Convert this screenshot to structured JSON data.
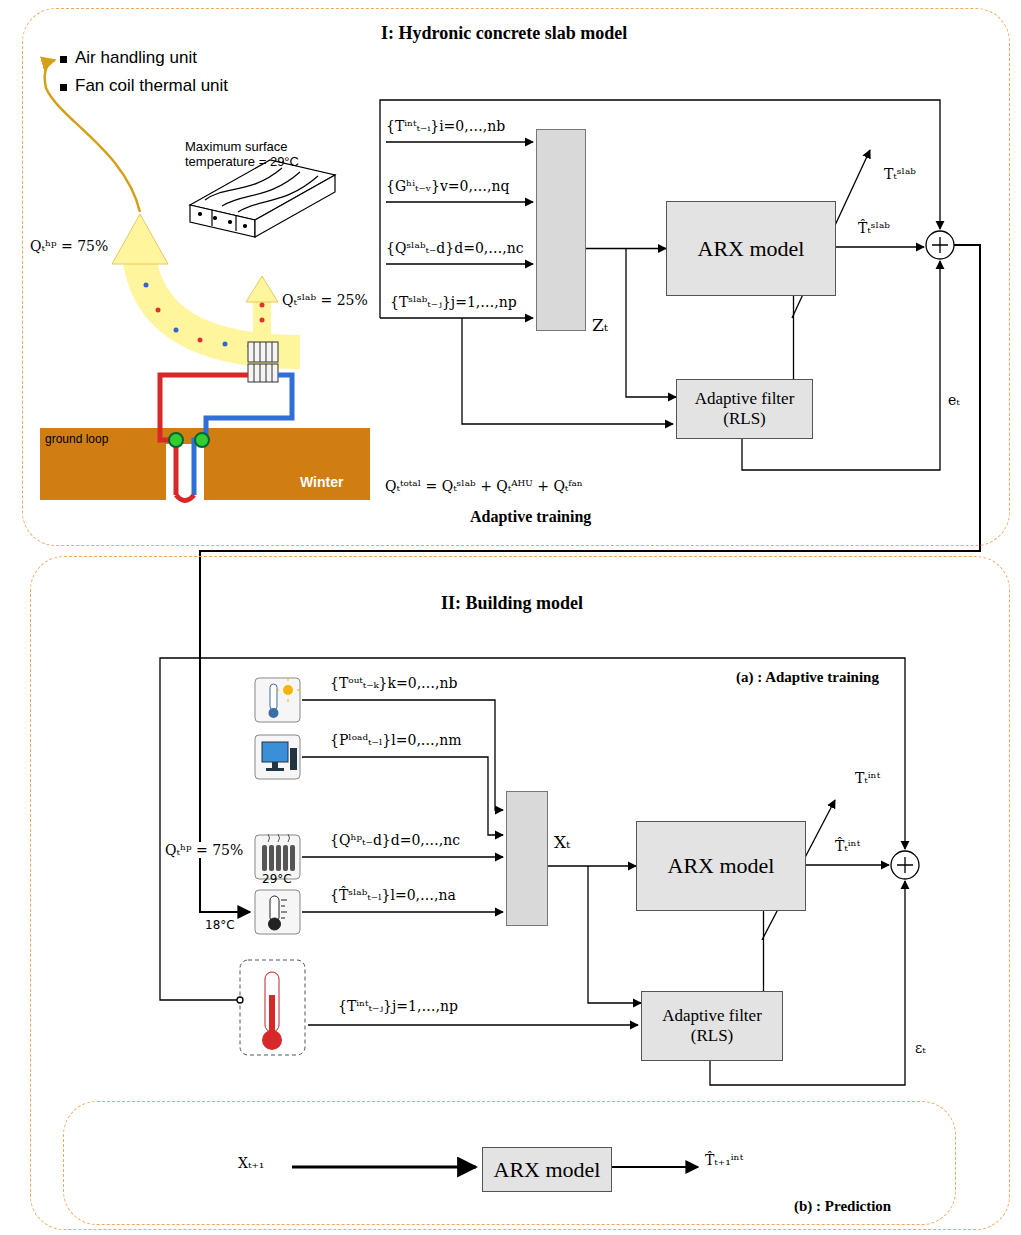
{
  "diagram": {
    "nodes": [
      {
        "text": [
          "I: Hydronic concrete slab model"
        ]
      },
      {
        "text": [
          "Zₜ"
        ],
        "in": 0
      },
      {
        "text": [
          "ARX model"
        ],
        "in": 0
      },
      {
        "text": [
          "Adaptive filter (RLS)"
        ],
        "in": 0
      },
      {
        "text": [
          "II: Building model"
        ]
      },
      {
        "text": [
          "(a) : Adaptive training"
        ],
        "in": 4
      },
      {
        "text": [
          "Xₜ"
        ],
        "in": 5
      },
      {
        "text": [
          "ARX model"
        ],
        "in": 5
      },
      {
        "text": [
          "Adaptive filter (RLS)"
        ],
        "in": 5
      },
      {
        "text": [
          "(b) : Prediction"
        ],
        "in": 4
      },
      {
        "text": [
          "ARX model"
        ],
        "in": 9
      }
    ],
    "edges": [
      {
        "from": 1,
        "to": 2,
        "arrow": "to"
      },
      {
        "from": 1,
        "to": 3,
        "arrow": "to"
      },
      {
        "from": 3,
        "to": 2,
        "arrow": "none"
      },
      {
        "from": 6,
        "to": 7,
        "arrow": "to"
      },
      {
        "from": 6,
        "to": 8,
        "arrow": "to"
      },
      {
        "from": 8,
        "to": 7,
        "arrow": "none"
      }
    ],
    "labels": [
      "Air handling unit",
      "Fan coil thermal unit",
      "Maximum surface temperature = 29°C",
      "Qₜʰᵖ = 75%",
      "Qₜˢˡᵃᵇ = 25%",
      "ground loop",
      "Winter",
      "Qₜᵗᵒᵗᵃˡ = Qₜˢˡᵃᵇ + Qₜᴬᴴᵁ + Qₜᶠᵃⁿ",
      "{Tⁱⁿᵗₜ₋ᵢ}i=0,…,nb",
      "{Gʰⁱₜ₋ᵥ}v=0,…,nq",
      "{Qˢˡᵃᵇₜ₋d}d=0,…,nc",
      "{Tˢˡᵃᵇₜ₋ⱼ}j=1,…,np",
      "Tₜˢˡᵃᵇ",
      "T̂ₜˢˡᵃᵇ",
      "eₜ",
      "Adaptive training",
      "{Tᵒᵘᵗₜ₋ₖ}k=0,…,nb",
      "{Pˡᵒᵃᵈₜ₋ₗ}l=0,…,nm",
      "{Qʰᵖₜ₋d}d=0,…,nc",
      "{T̂ˢˡᵃᵇₜ₋ₗ}l=0,…,na",
      "Qₜʰᵖ = 75%",
      "29°C",
      "18°C",
      "T̂ₜⁱⁿᵗ",
      "Tₜⁱⁿᵗ",
      "{Tⁱⁿᵗₜ₋ⱼ}j=1,…,np",
      "εₜ",
      "Xₜ₊₁",
      "T̂ₜ₊₁ⁱⁿᵗ"
    ]
  }
}
